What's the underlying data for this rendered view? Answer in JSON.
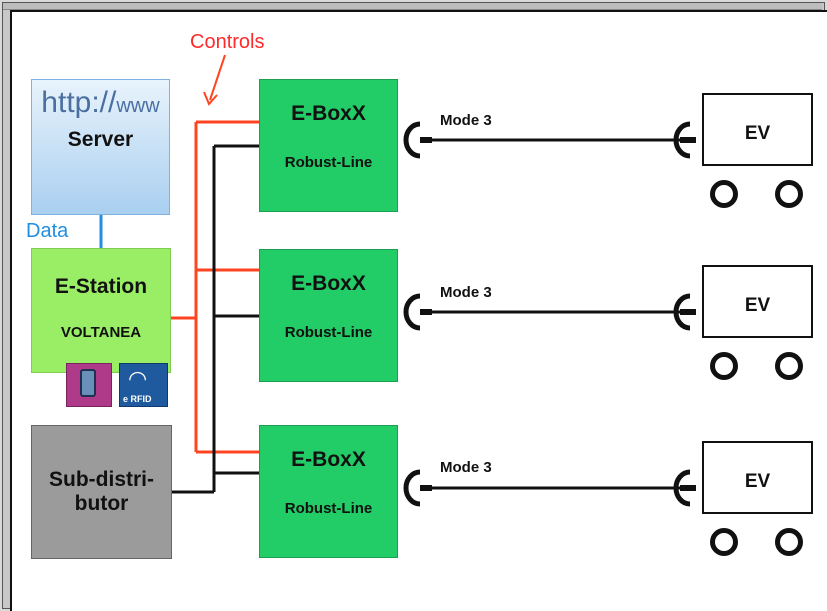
{
  "labels": {
    "controls": "Controls",
    "data": "Data"
  },
  "server": {
    "url_big": "http://",
    "url_small": "www",
    "title": "Server"
  },
  "estation": {
    "title": "E-Station",
    "subtitle": "VOLTANEA",
    "rfid_label": "e RFID"
  },
  "subdistributor": {
    "title": "Sub-distri-\nbutor"
  },
  "eboxes": [
    {
      "title": "E-BoxX",
      "subtitle": "Robust-Line",
      "mode": "Mode 3",
      "ev": "EV"
    },
    {
      "title": "E-BoxX",
      "subtitle": "Robust-Line",
      "mode": "Mode 3",
      "ev": "EV"
    },
    {
      "title": "E-BoxX",
      "subtitle": "Robust-Line",
      "mode": "Mode 3",
      "ev": "EV"
    }
  ],
  "colors": {
    "controls_line": "#ff4422",
    "power_line": "#111111",
    "data_line": "#1f8fe0",
    "ebox_fill": "#22cc66",
    "estation_fill": "#99ee66",
    "subdist_fill": "#9b9b9b"
  }
}
